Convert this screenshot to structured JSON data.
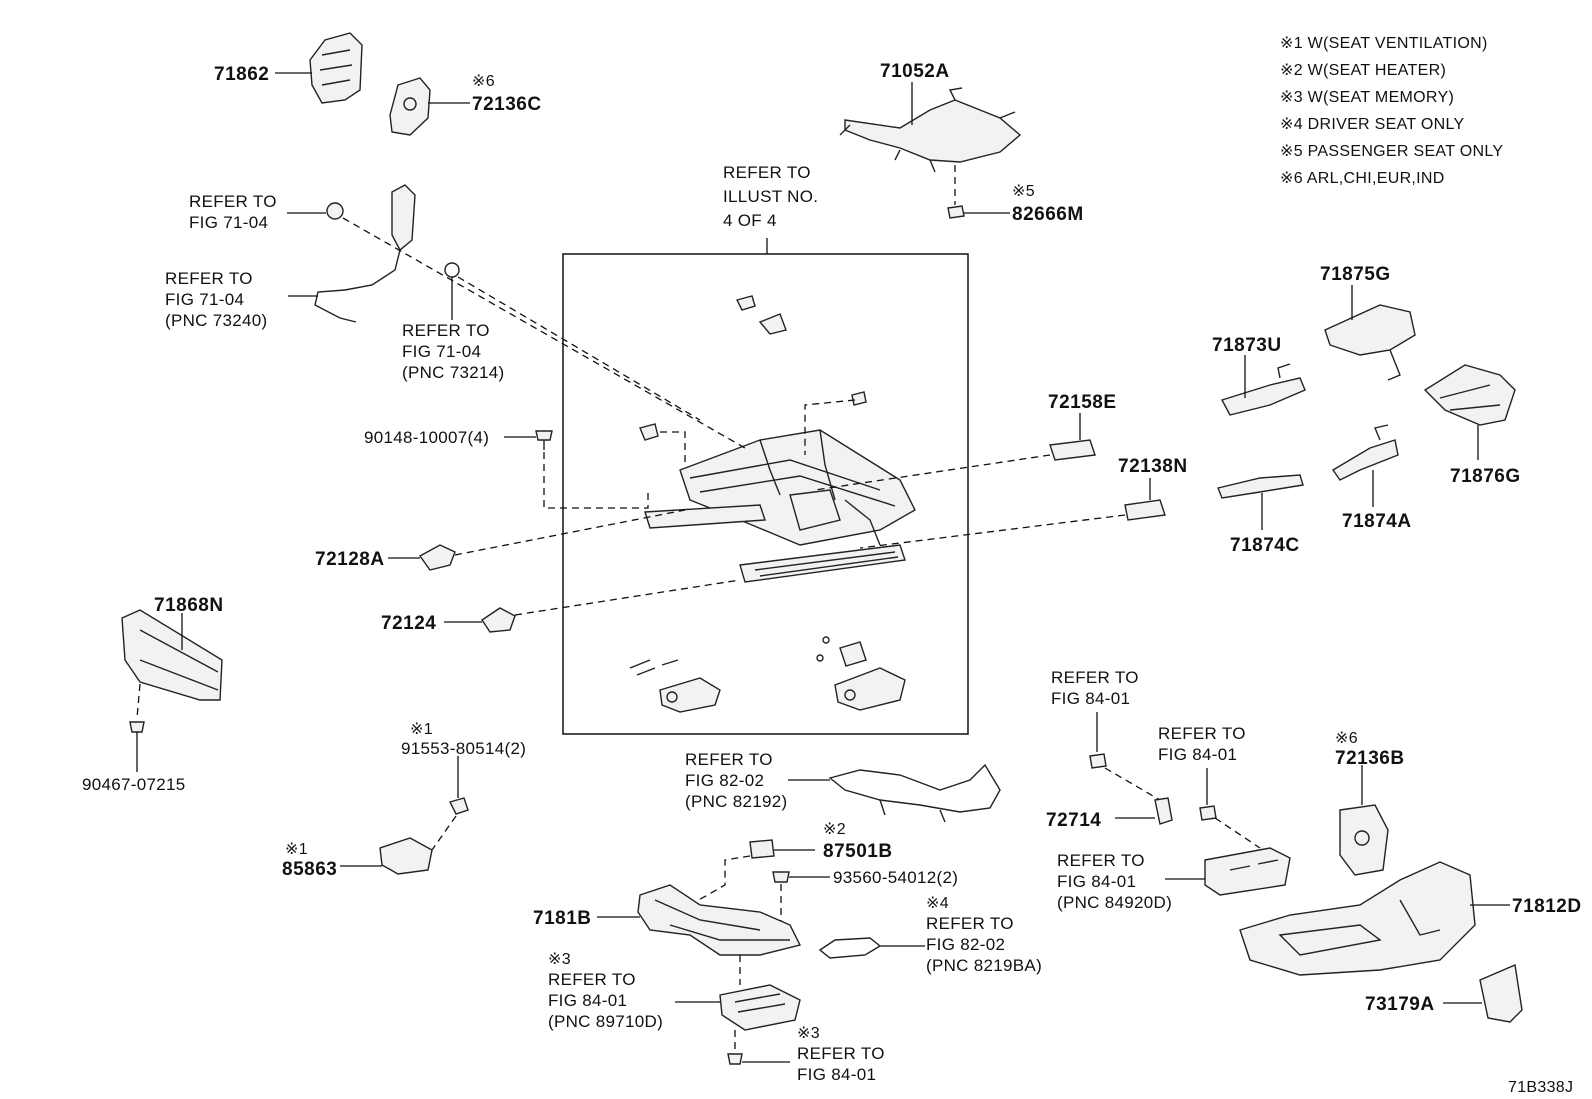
{
  "legend": [
    "※1  W(SEAT VENTILATION)",
    "※2  W(SEAT HEATER)",
    "※3  W(SEAT MEMORY)",
    "※4  DRIVER SEAT ONLY",
    "※5  PASSENGER SEAT ONLY",
    "※6 ARL,CHI,EUR,IND"
  ],
  "labels": {
    "p71862": "71862",
    "p72136C_mark": "※6",
    "p72136C": "72136C",
    "p71052A": "71052A",
    "p82666M_mark": "※5",
    "p82666M": "82666M",
    "ref_fig7104_a": [
      "REFER TO",
      "FIG 71-04"
    ],
    "ref_fig7104_b": [
      "REFER TO",
      "FIG 71-04",
      "(PNC 73240)"
    ],
    "ref_fig7104_c": [
      "REFER TO",
      "FIG 71-04",
      "(PNC 73214)"
    ],
    "ref_illust": [
      "REFER TO",
      "ILLUST NO.",
      "4 OF 4"
    ],
    "p90148": "90148-10007(4)",
    "p72158E": "72158E",
    "p72138N": "72138N",
    "p71873U": "71873U",
    "p71875G": "71875G",
    "p71876G": "71876G",
    "p71874A": "71874A",
    "p71874C": "71874C",
    "p72128A": "72128A",
    "p72124": "72124",
    "p71868N": "71868N",
    "p90467": "90467-07215",
    "p91553_mark": "※1",
    "p91553": "91553-80514(2)",
    "p85863_mark": "※1",
    "p85863": "85863",
    "ref_fig8202_a": [
      "REFER TO",
      "FIG 82-02",
      "(PNC 82192)"
    ],
    "p87501B_mark": "※2",
    "p87501B": "87501B",
    "p93560": "93560-54012(2)",
    "p7181B": "7181B",
    "ref_fig8202_b_mark": "※4",
    "ref_fig8202_b": [
      "REFER TO",
      "FIG 82-02",
      "(PNC 8219BA)"
    ],
    "ref_fig8401_a_mark": "※3",
    "ref_fig8401_a": [
      "REFER TO",
      "FIG 84-01",
      "(PNC 89710D)"
    ],
    "ref_fig8401_b_mark": "※3",
    "ref_fig8401_b": [
      "REFER TO",
      "FIG 84-01"
    ],
    "ref_fig8401_c": [
      "REFER TO",
      "FIG 84-01"
    ],
    "ref_fig8401_d": [
      "REFER TO",
      "FIG 84-01"
    ],
    "p72714": "72714",
    "ref_fig8401_e": [
      "REFER TO",
      "FIG 84-01",
      "(PNC 84920D)"
    ],
    "p72136B_mark": "※6",
    "p72136B": "72136B",
    "p71812D": "71812D",
    "p73179A": "73179A",
    "fig_code": "71B338J"
  }
}
